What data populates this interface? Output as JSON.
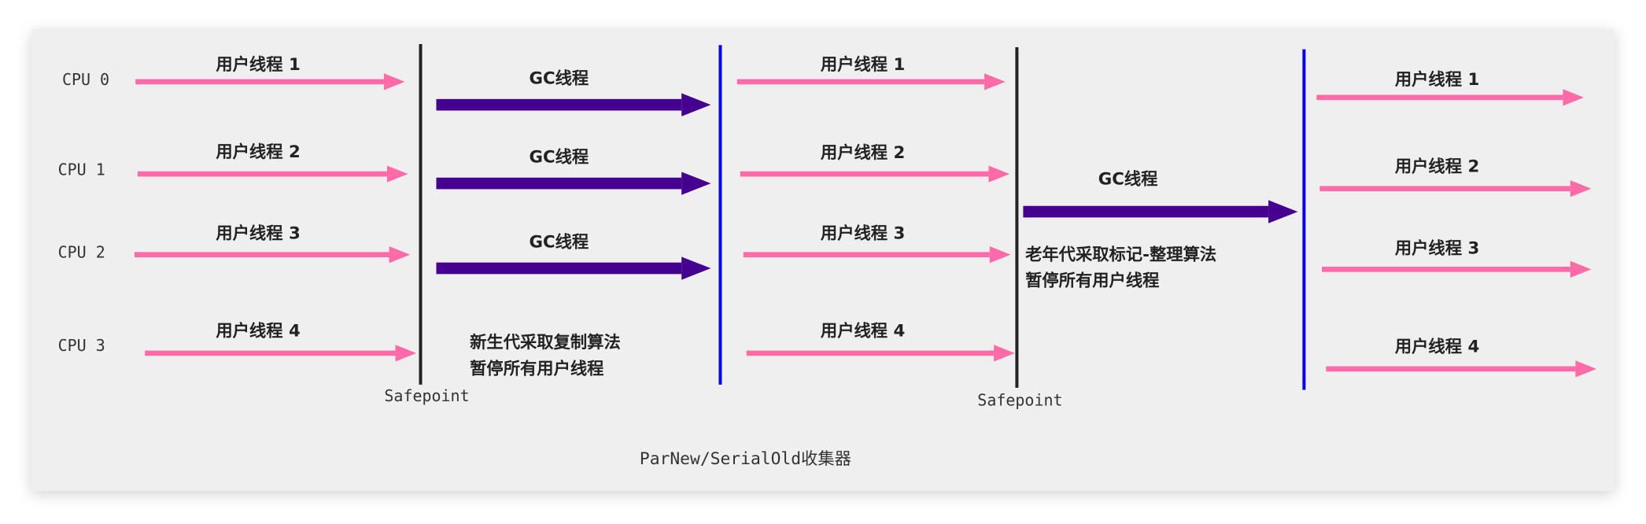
{
  "colors": {
    "background": "#efefef",
    "user_thread_arrow": "#ff6aa8",
    "gc_thread_arrow": "#45008f",
    "safepoint_line": "#222222",
    "resume_line": "#0000ee"
  },
  "cpus": [
    "CPU 0",
    "CPU 1",
    "CPU 2",
    "CPU 3"
  ],
  "user_threads": [
    "用户线程 1",
    "用户线程 2",
    "用户线程 3",
    "用户线程 4"
  ],
  "gc_thread_label": "GC线程",
  "young_gen_note": [
    "新生代采取复制算法",
    "暂停所有用户线程"
  ],
  "old_gen_note": [
    "老年代采取标记-整理算法",
    "暂停所有用户线程"
  ],
  "safepoint_label": "Safepoint",
  "title": "ParNew/SerialOld收集器"
}
